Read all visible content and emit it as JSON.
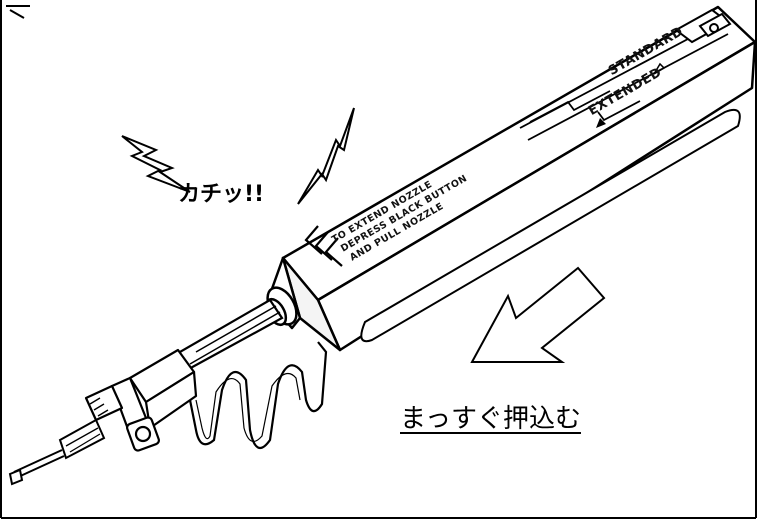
{
  "labels": {
    "standard": "STANDARD",
    "extended": "EXTENDED",
    "instruction_line_1": "TO EXTEND NOZZLE",
    "instruction_line_2": "DEPRESS BLACK BUTTON",
    "instruction_line_3": "AND PULL NOZZLE",
    "sound_effect": "カチッ!!",
    "action_caption": "まっすぐ押込む"
  },
  "diagram": {
    "subject": "one-click fiber connector cleaner inserted into LC connector",
    "lightning_icons": 2,
    "arrow_direction": "down-left"
  }
}
